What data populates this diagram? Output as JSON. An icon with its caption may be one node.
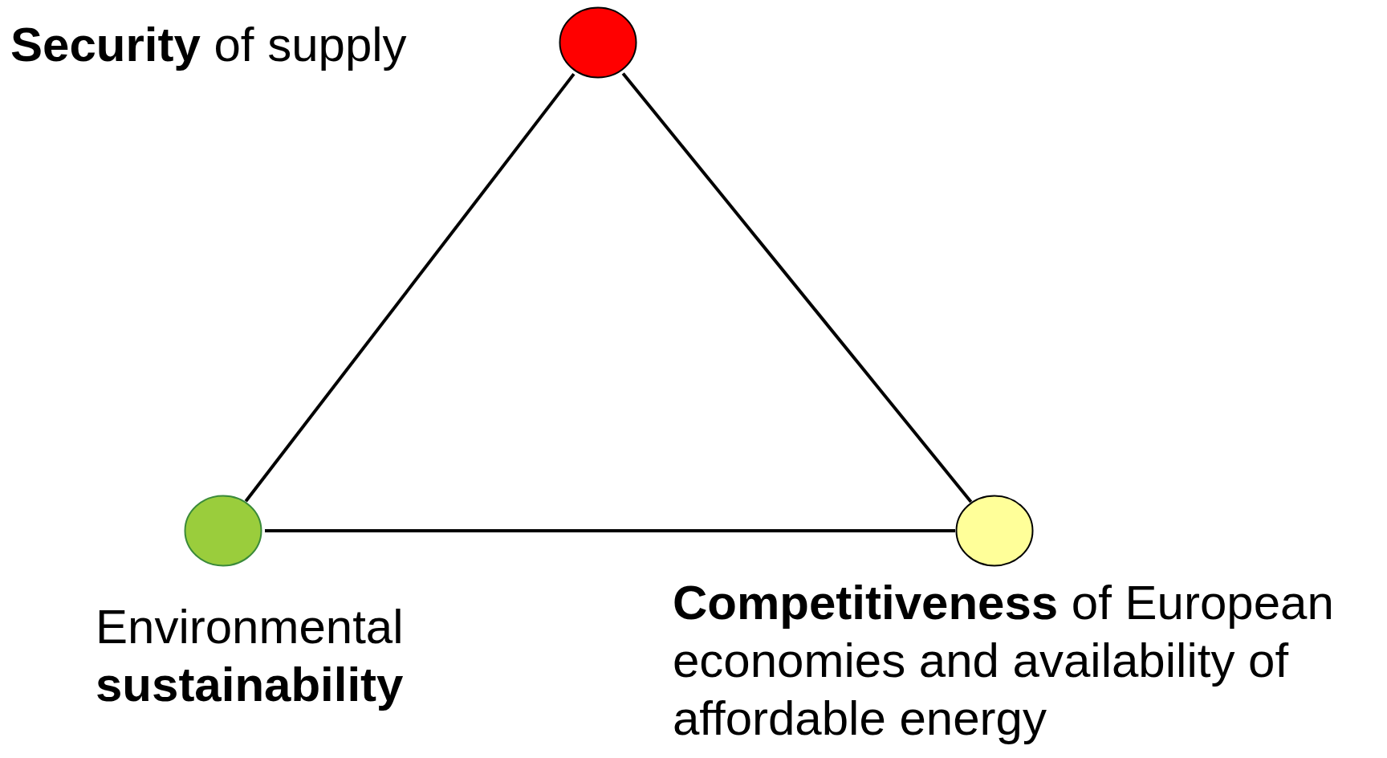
{
  "diagram": {
    "nodes": [
      {
        "text": [],
        "shape": "circle",
        "beside": [
          "**Security** of supply"
        ]
      },
      {
        "text": [],
        "shape": "circle",
        "beside": [
          "Environmental **sustainability**"
        ]
      },
      {
        "text": [],
        "shape": "circle",
        "beside": [
          "**Competitiveness** of European economies and availability of affordable energy"
        ]
      }
    ],
    "edges": [
      {
        "from": 0,
        "to": 1,
        "arrow": "none"
      },
      {
        "from": 0,
        "to": 2,
        "arrow": "none"
      },
      {
        "from": 1,
        "to": 2,
        "arrow": "none"
      }
    ]
  }
}
